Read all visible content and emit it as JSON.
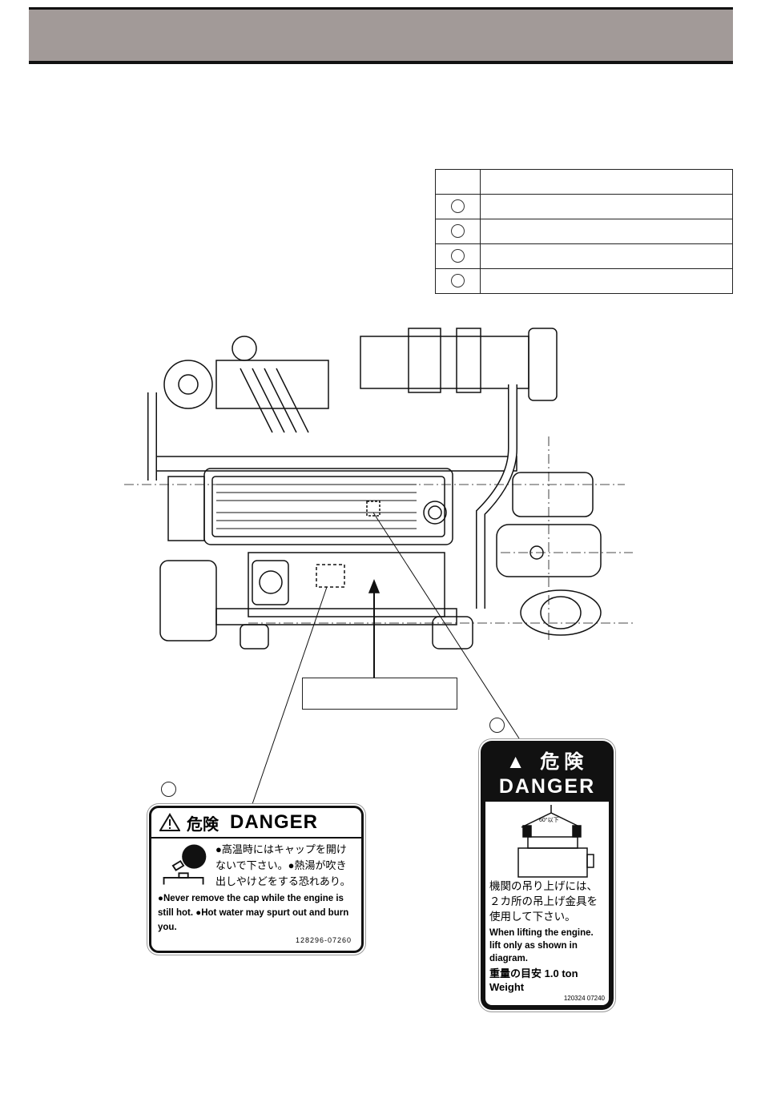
{
  "label_cap": {
    "title_jp": "危険",
    "title_en": "DANGER",
    "text_jp": "●高温時にはキャップを開けないで下さい。●熱湯が吹き出しやけどをする恐れあり。",
    "text_en": "●Never remove the cap while the engine is still hot. ●Hot water may spurt out and burn you.",
    "part_no": "128296-07260"
  },
  "label_lift": {
    "title_jp": "危険",
    "title_en": "DANGER",
    "angle_note": "60°以下",
    "text_jp": "機関の吊り上げには、２カ所の吊上げ金具を使用して下さい。",
    "text_en": "When lifting the engine. lift only as shown in diagram.",
    "weight_jp": "重量の目安",
    "weight_value": "1.0 ton",
    "weight_en": "Weight",
    "part_no": "120324 07240"
  }
}
